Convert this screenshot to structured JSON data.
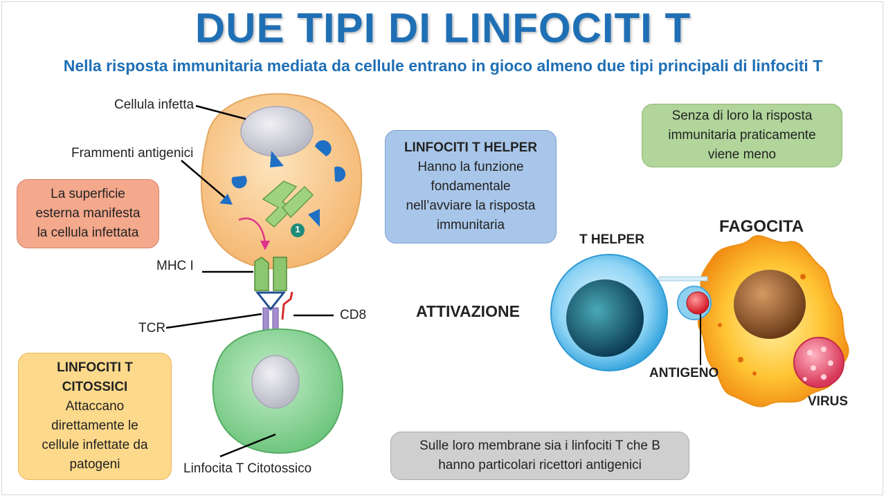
{
  "title": "DUE TIPI DI LINFOCITI T",
  "subtitle": "Nella risposta immunitaria mediata da cellule entrano in gioco almeno due tipi principali di linfociti T",
  "boxes": {
    "superficie": [
      "La superficie",
      "esterna manifesta",
      "la cellula infettata"
    ],
    "citossici": {
      "head": [
        "LINFOCITI T",
        "CITOSSICI"
      ],
      "body": [
        "Attaccano",
        "direttamente le",
        "cellule infettate da",
        "patogeni"
      ]
    },
    "helper": {
      "head": "LINFOCITI T HELPER",
      "body": [
        "Hanno la funzione",
        "fondamentale",
        "nell’avviare la risposta",
        "immunitaria"
      ]
    },
    "senza": [
      "Senza di loro la risposta",
      "immunitaria praticamente",
      "viene meno"
    ],
    "membrane": [
      "Sulle loro membrane sia i linfociti T che B",
      "hanno particolari ricettori antigenici"
    ]
  },
  "labels": {
    "cellula_infetta": "Cellula infetta",
    "frammenti": "Frammenti antigenici",
    "mhc": "MHC I",
    "tcr": "TCR",
    "cd8": "CD8",
    "linfocita": "Linfocita T Citotossico",
    "marker": "1",
    "attivazione": "ATTIVAZIONE",
    "t_helper": "T HELPER",
    "fagocita": "FAGOCITA",
    "antigeno": "ANTIGENO",
    "virus": "VIRUS"
  },
  "colors": {
    "title": "#1f6fb5",
    "box_red": "#f4a88c",
    "box_yellow": "#fdd98b",
    "box_blue": "#a8c6e9",
    "box_green": "#b1d59a",
    "box_gray": "#cfcfcf",
    "infected_cell": "#f8c98a",
    "cytotoxic_cell": "#8fd69a",
    "antigen_fragment": "#1f6fc4",
    "mhc": "#8cc66e",
    "helper_cell": "#4fb8e8",
    "phagocyte": "#f7a21b",
    "virus": "#e0516b"
  }
}
